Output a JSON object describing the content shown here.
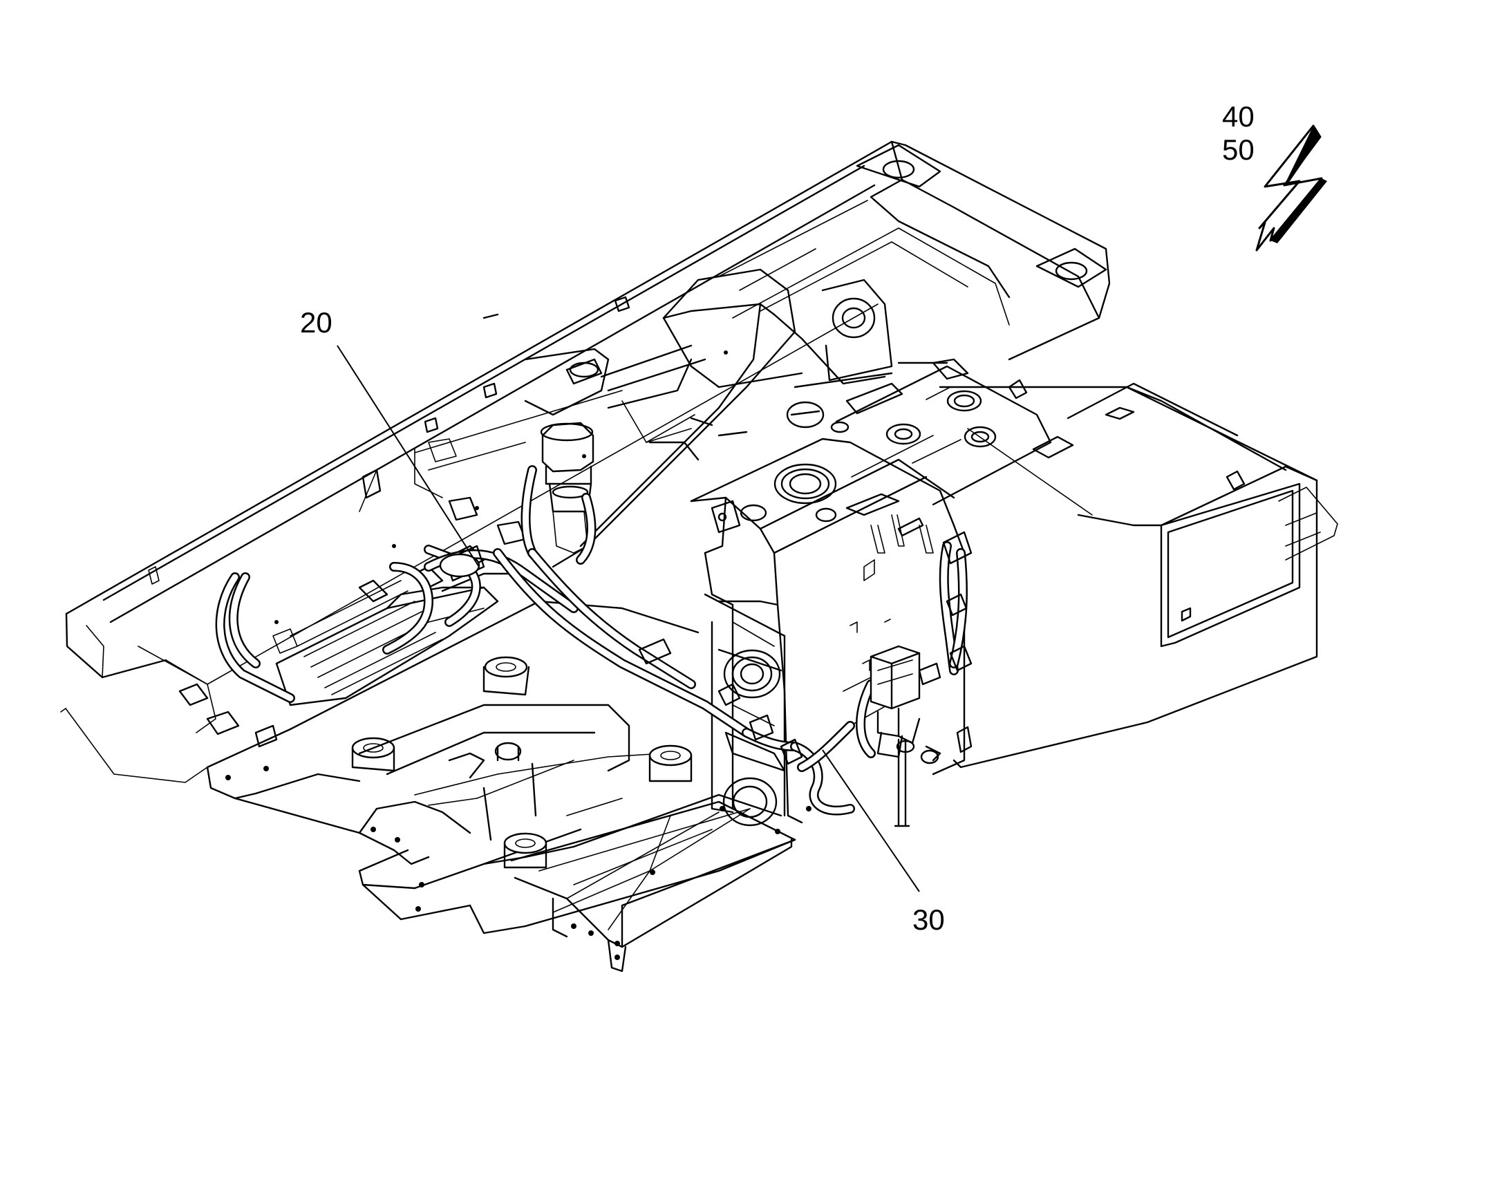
{
  "figure": {
    "labels": {
      "ref_20": "20",
      "ref_30": "30",
      "ref_40": "40",
      "ref_50": "50"
    },
    "icons": {
      "lightning_bolt": "lightning-bolt-icon"
    },
    "colors": {
      "line": "#000000",
      "background": "#ffffff"
    }
  }
}
